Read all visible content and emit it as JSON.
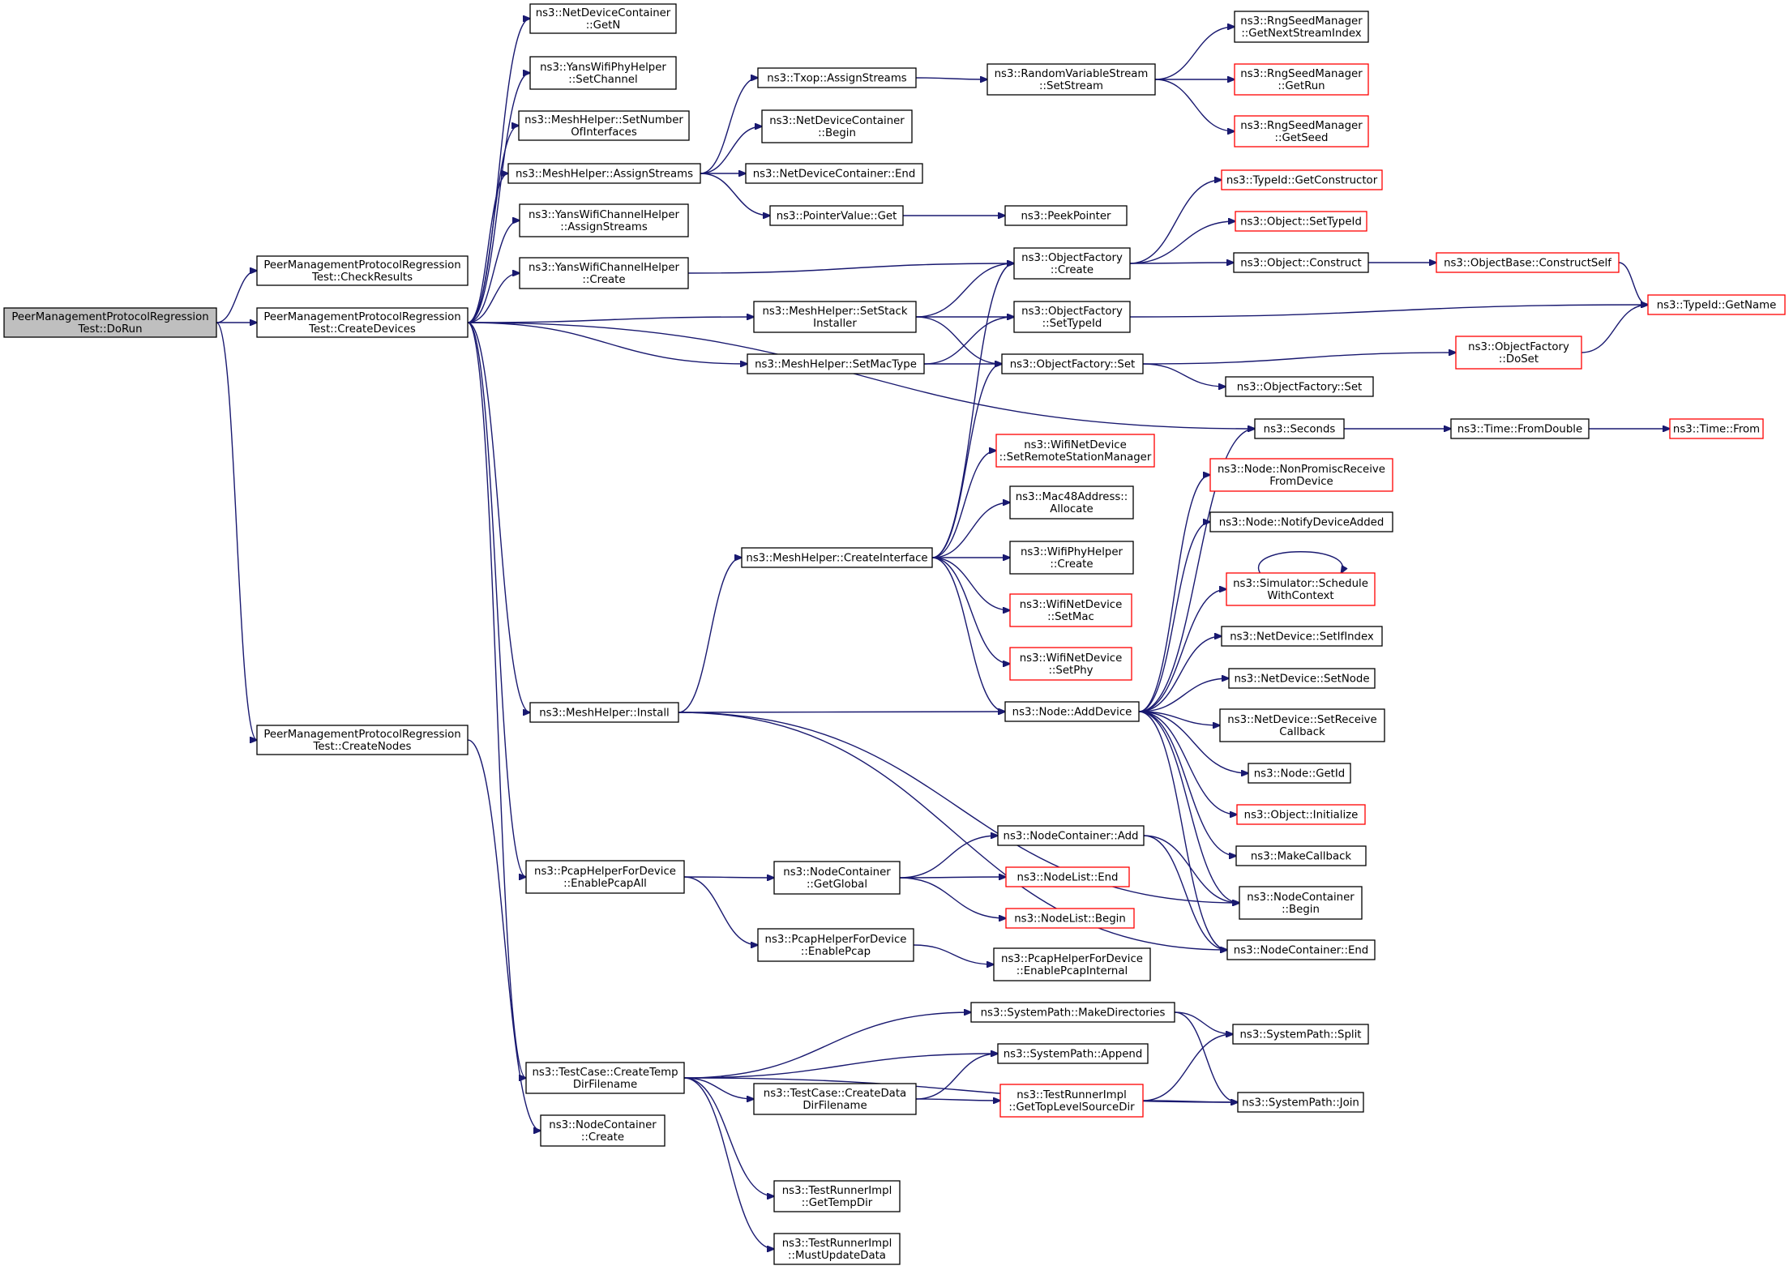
{
  "diagram": {
    "type": "call-graph",
    "colors": {
      "edge": "#191970",
      "box_border": "#000000",
      "truncated_border": "#ff0000",
      "root_fill": "#bfbfbf"
    },
    "nodes": [
      {
        "id": "n0",
        "lines": [
          "PeerManagementProtocolRegression",
          "Test::DoRun"
        ],
        "style": "root"
      },
      {
        "id": "n1",
        "lines": [
          "PeerManagementProtocolRegression",
          "Test::CheckResults"
        ]
      },
      {
        "id": "n2",
        "lines": [
          "PeerManagementProtocolRegression",
          "Test::CreateDevices"
        ]
      },
      {
        "id": "n3",
        "lines": [
          "PeerManagementProtocolRegression",
          "Test::CreateNodes"
        ]
      },
      {
        "id": "n4",
        "lines": [
          "ns3::NetDeviceContainer",
          "::GetN"
        ]
      },
      {
        "id": "n5",
        "lines": [
          "ns3::YansWifiPhyHelper",
          "::SetChannel"
        ]
      },
      {
        "id": "n6",
        "lines": [
          "ns3::MeshHelper::SetNumber",
          "OfInterfaces"
        ]
      },
      {
        "id": "n7",
        "lines": [
          "ns3::MeshHelper::AssignStreams"
        ]
      },
      {
        "id": "n8",
        "lines": [
          "ns3::YansWifiChannelHelper",
          "::AssignStreams"
        ]
      },
      {
        "id": "n9",
        "lines": [
          "ns3::YansWifiChannelHelper",
          "::Create"
        ]
      },
      {
        "id": "n10",
        "lines": [
          "ns3::MeshHelper::Install"
        ]
      },
      {
        "id": "n11",
        "lines": [
          "ns3::PcapHelperForDevice",
          "::EnablePcapAll"
        ]
      },
      {
        "id": "n12",
        "lines": [
          "ns3::TestCase::CreateTemp",
          "DirFilename"
        ]
      },
      {
        "id": "n13",
        "lines": [
          "ns3::NodeContainer",
          "::Create"
        ]
      },
      {
        "id": "n14",
        "lines": [
          "ns3::Txop::AssignStreams"
        ]
      },
      {
        "id": "n15",
        "lines": [
          "ns3::NetDeviceContainer",
          "::Begin"
        ]
      },
      {
        "id": "n16",
        "lines": [
          "ns3::NetDeviceContainer::End"
        ]
      },
      {
        "id": "n17",
        "lines": [
          "ns3::PointerValue::Get"
        ]
      },
      {
        "id": "n18",
        "lines": [
          "ns3::MeshHelper::SetStack",
          "Installer"
        ]
      },
      {
        "id": "n19",
        "lines": [
          "ns3::MeshHelper::SetMacType"
        ]
      },
      {
        "id": "n20",
        "lines": [
          "ns3::MeshHelper::CreateInterface"
        ]
      },
      {
        "id": "n21",
        "lines": [
          "ns3::NodeContainer",
          "::GetGlobal"
        ]
      },
      {
        "id": "n22",
        "lines": [
          "ns3::PcapHelperForDevice",
          "::EnablePcap"
        ]
      },
      {
        "id": "n23",
        "lines": [
          "ns3::TestCase::CreateData",
          "DirFilename"
        ]
      },
      {
        "id": "n24",
        "lines": [
          "ns3::TestRunnerImpl",
          "::GetTempDir"
        ]
      },
      {
        "id": "n25",
        "lines": [
          "ns3::TestRunnerImpl",
          "::MustUpdateData"
        ]
      },
      {
        "id": "n26",
        "lines": [
          "ns3::RandomVariableStream",
          "::SetStream"
        ]
      },
      {
        "id": "n27",
        "lines": [
          "ns3::PeekPointer"
        ]
      },
      {
        "id": "n28",
        "lines": [
          "ns3::ObjectFactory",
          "::Create"
        ]
      },
      {
        "id": "n29",
        "lines": [
          "ns3::ObjectFactory",
          "::SetTypeId"
        ]
      },
      {
        "id": "n30",
        "lines": [
          "ns3::ObjectFactory::Set"
        ]
      },
      {
        "id": "n31",
        "lines": [
          "ns3::WifiNetDevice",
          "::SetRemoteStationManager"
        ],
        "style": "red"
      },
      {
        "id": "n32",
        "lines": [
          "ns3::Mac48Address::",
          "Allocate"
        ]
      },
      {
        "id": "n33",
        "lines": [
          "ns3::WifiPhyHelper",
          "::Create"
        ]
      },
      {
        "id": "n34",
        "lines": [
          "ns3::WifiNetDevice",
          "::SetMac"
        ],
        "style": "red"
      },
      {
        "id": "n35",
        "lines": [
          "ns3::WifiNetDevice",
          "::SetPhy"
        ],
        "style": "red"
      },
      {
        "id": "n36",
        "lines": [
          "ns3::Node::AddDevice"
        ]
      },
      {
        "id": "n37",
        "lines": [
          "ns3::NodeContainer::Add"
        ]
      },
      {
        "id": "n38",
        "lines": [
          "ns3::NodeList::End"
        ],
        "style": "red"
      },
      {
        "id": "n39",
        "lines": [
          "ns3::NodeList::Begin"
        ],
        "style": "red"
      },
      {
        "id": "n40",
        "lines": [
          "ns3::PcapHelperForDevice",
          "::EnablePcapInternal"
        ]
      },
      {
        "id": "n41",
        "lines": [
          "ns3::SystemPath::MakeDirectories"
        ]
      },
      {
        "id": "n42",
        "lines": [
          "ns3::SystemPath::Append"
        ]
      },
      {
        "id": "n43",
        "lines": [
          "ns3::TestRunnerImpl",
          "::GetTopLevelSourceDir"
        ],
        "style": "red"
      },
      {
        "id": "n44",
        "lines": [
          "ns3::RngSeedManager",
          "::GetNextStreamIndex"
        ]
      },
      {
        "id": "n45",
        "lines": [
          "ns3::RngSeedManager",
          "::GetRun"
        ],
        "style": "red"
      },
      {
        "id": "n46",
        "lines": [
          "ns3::RngSeedManager",
          "::GetSeed"
        ],
        "style": "red"
      },
      {
        "id": "n47",
        "lines": [
          "ns3::TypeId::GetConstructor"
        ],
        "style": "red"
      },
      {
        "id": "n48",
        "lines": [
          "ns3::Object::SetTypeId"
        ],
        "style": "red"
      },
      {
        "id": "n49",
        "lines": [
          "ns3::Object::Construct"
        ]
      },
      {
        "id": "n50",
        "lines": [
          "ns3::ObjectFactory::Set"
        ]
      },
      {
        "id": "n51",
        "lines": [
          "ns3::Seconds"
        ]
      },
      {
        "id": "n52",
        "lines": [
          "ns3::Node::NonPromiscReceive",
          "FromDevice"
        ],
        "style": "red"
      },
      {
        "id": "n53",
        "lines": [
          "ns3::Node::NotifyDeviceAdded"
        ]
      },
      {
        "id": "n54",
        "lines": [
          "ns3::Simulator::Schedule",
          "WithContext"
        ],
        "style": "red"
      },
      {
        "id": "n55",
        "lines": [
          "ns3::NetDevice::SetIfIndex"
        ]
      },
      {
        "id": "n56",
        "lines": [
          "ns3::NetDevice::SetNode"
        ]
      },
      {
        "id": "n57",
        "lines": [
          "ns3::NetDevice::SetReceive",
          "Callback"
        ]
      },
      {
        "id": "n58",
        "lines": [
          "ns3::Node::GetId"
        ]
      },
      {
        "id": "n59",
        "lines": [
          "ns3::Object::Initialize"
        ],
        "style": "red"
      },
      {
        "id": "n60",
        "lines": [
          "ns3::MakeCallback"
        ]
      },
      {
        "id": "n61",
        "lines": [
          "ns3::NodeContainer",
          "::Begin"
        ]
      },
      {
        "id": "n62",
        "lines": [
          "ns3::NodeContainer::End"
        ]
      },
      {
        "id": "n63",
        "lines": [
          "ns3::SystemPath::Split"
        ]
      },
      {
        "id": "n64",
        "lines": [
          "ns3::SystemPath::Join"
        ]
      },
      {
        "id": "n65",
        "lines": [
          "ns3::ObjectBase::ConstructSelf"
        ],
        "style": "red"
      },
      {
        "id": "n66",
        "lines": [
          "ns3::ObjectFactory",
          "::DoSet"
        ],
        "style": "red"
      },
      {
        "id": "n67",
        "lines": [
          "ns3::Time::FromDouble"
        ]
      },
      {
        "id": "n68",
        "lines": [
          "ns3::TypeId::GetName"
        ],
        "style": "red"
      },
      {
        "id": "n69",
        "lines": [
          "ns3::Time::From"
        ],
        "style": "red"
      }
    ],
    "edges": [
      [
        "n0",
        "n1"
      ],
      [
        "n0",
        "n2"
      ],
      [
        "n0",
        "n3"
      ],
      [
        "n2",
        "n4"
      ],
      [
        "n2",
        "n5"
      ],
      [
        "n2",
        "n6"
      ],
      [
        "n2",
        "n7"
      ],
      [
        "n2",
        "n8"
      ],
      [
        "n2",
        "n9"
      ],
      [
        "n2",
        "n10"
      ],
      [
        "n2",
        "n11"
      ],
      [
        "n2",
        "n12"
      ],
      [
        "n2",
        "n18"
      ],
      [
        "n2",
        "n19"
      ],
      [
        "n2",
        "n51"
      ],
      [
        "n3",
        "n13"
      ],
      [
        "n7",
        "n14"
      ],
      [
        "n7",
        "n15"
      ],
      [
        "n7",
        "n16"
      ],
      [
        "n7",
        "n17"
      ],
      [
        "n9",
        "n28"
      ],
      [
        "n10",
        "n20"
      ],
      [
        "n10",
        "n36"
      ],
      [
        "n10",
        "n61"
      ],
      [
        "n10",
        "n62"
      ],
      [
        "n11",
        "n21"
      ],
      [
        "n11",
        "n22"
      ],
      [
        "n12",
        "n41"
      ],
      [
        "n12",
        "n42"
      ],
      [
        "n12",
        "n23"
      ],
      [
        "n12",
        "n64"
      ],
      [
        "n12",
        "n24"
      ],
      [
        "n12",
        "n25"
      ],
      [
        "n14",
        "n26"
      ],
      [
        "n17",
        "n27"
      ],
      [
        "n18",
        "n28"
      ],
      [
        "n18",
        "n29"
      ],
      [
        "n18",
        "n30"
      ],
      [
        "n19",
        "n29"
      ],
      [
        "n19",
        "n30"
      ],
      [
        "n20",
        "n28"
      ],
      [
        "n20",
        "n30"
      ],
      [
        "n20",
        "n31"
      ],
      [
        "n20",
        "n32"
      ],
      [
        "n20",
        "n33"
      ],
      [
        "n20",
        "n34"
      ],
      [
        "n20",
        "n35"
      ],
      [
        "n20",
        "n36"
      ],
      [
        "n21",
        "n37"
      ],
      [
        "n21",
        "n38"
      ],
      [
        "n21",
        "n39"
      ],
      [
        "n22",
        "n40"
      ],
      [
        "n23",
        "n42"
      ],
      [
        "n23",
        "n43"
      ],
      [
        "n26",
        "n44"
      ],
      [
        "n26",
        "n45"
      ],
      [
        "n26",
        "n46"
      ],
      [
        "n28",
        "n47"
      ],
      [
        "n28",
        "n48"
      ],
      [
        "n28",
        "n49"
      ],
      [
        "n29",
        "n68"
      ],
      [
        "n30",
        "n66"
      ],
      [
        "n30",
        "n50"
      ],
      [
        "n36",
        "n51"
      ],
      [
        "n36",
        "n52"
      ],
      [
        "n36",
        "n53"
      ],
      [
        "n36",
        "n54"
      ],
      [
        "n36",
        "n55"
      ],
      [
        "n36",
        "n56"
      ],
      [
        "n36",
        "n57"
      ],
      [
        "n36",
        "n58"
      ],
      [
        "n36",
        "n59"
      ],
      [
        "n36",
        "n60"
      ],
      [
        "n36",
        "n61"
      ],
      [
        "n36",
        "n62"
      ],
      [
        "n37",
        "n61"
      ],
      [
        "n37",
        "n62"
      ],
      [
        "n41",
        "n63"
      ],
      [
        "n41",
        "n64"
      ],
      [
        "n43",
        "n63"
      ],
      [
        "n43",
        "n64"
      ],
      [
        "n49",
        "n65"
      ],
      [
        "n51",
        "n67"
      ],
      [
        "n54",
        "n54"
      ],
      [
        "n65",
        "n68"
      ],
      [
        "n66",
        "n68"
      ],
      [
        "n67",
        "n69"
      ]
    ]
  }
}
